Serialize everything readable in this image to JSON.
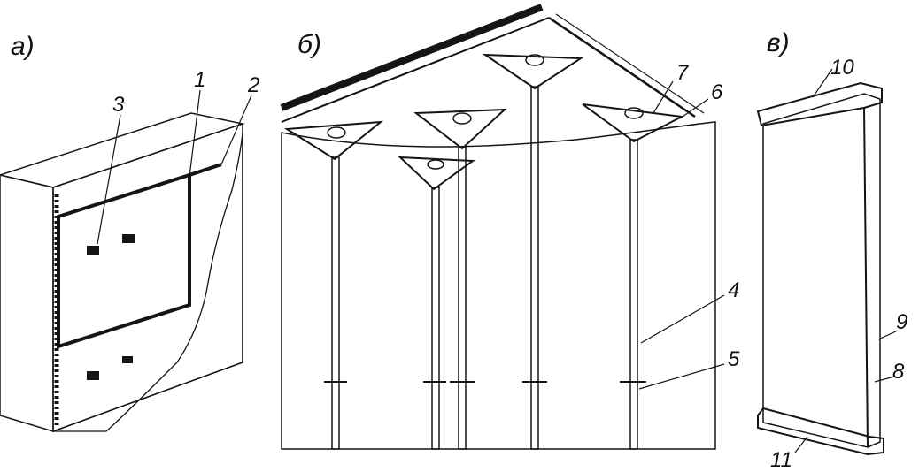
{
  "panel_labels": {
    "a": "а)",
    "b": "б)",
    "c": "в)"
  },
  "callouts": [
    "1",
    "2",
    "3",
    "4",
    "5",
    "6",
    "7",
    "8",
    "9",
    "10",
    "11"
  ],
  "colors": {
    "ink": "#151515",
    "paper": "#ffffff"
  }
}
